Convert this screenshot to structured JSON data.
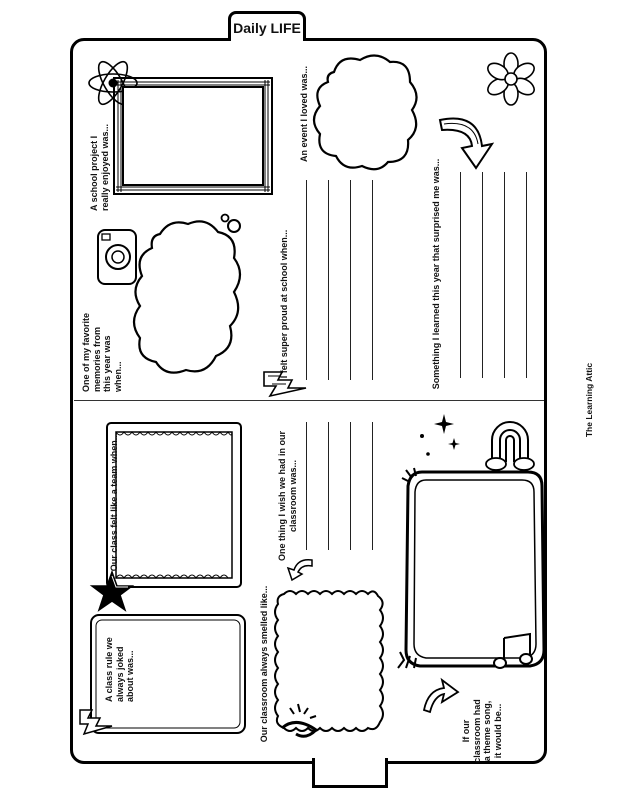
{
  "header": {
    "tab_title": "Daily LIFE"
  },
  "prompts": {
    "school_project": "A school project I\nreally enjoyed was...",
    "favorite_memories": "One of my favorite\nmemories from\nthis year was\nwhen...",
    "event_loved": "An event I loved was...",
    "proud": "I felt super proud at school when...",
    "surprised": "Something I learned this year that surprised me was...",
    "team": "Our class felt like a team when...",
    "class_rule": "A class rule we\nalways joked\nabout was...",
    "smelled": "Our classroom always smelled like...",
    "wish": "One thing I wish we had in our\nclassroom was...",
    "theme_song": "If our\nclassroom had\na theme song,\nit would be..."
  },
  "footer": {
    "credit": "The Learning Attic"
  },
  "icons": [
    "atom-icon",
    "camera-icon",
    "flower-icon",
    "arrow-icon",
    "lightning-icon",
    "rainbow-icon",
    "sparkle-icon",
    "star-icon",
    "music-note-icon",
    "scribble-icon"
  ]
}
